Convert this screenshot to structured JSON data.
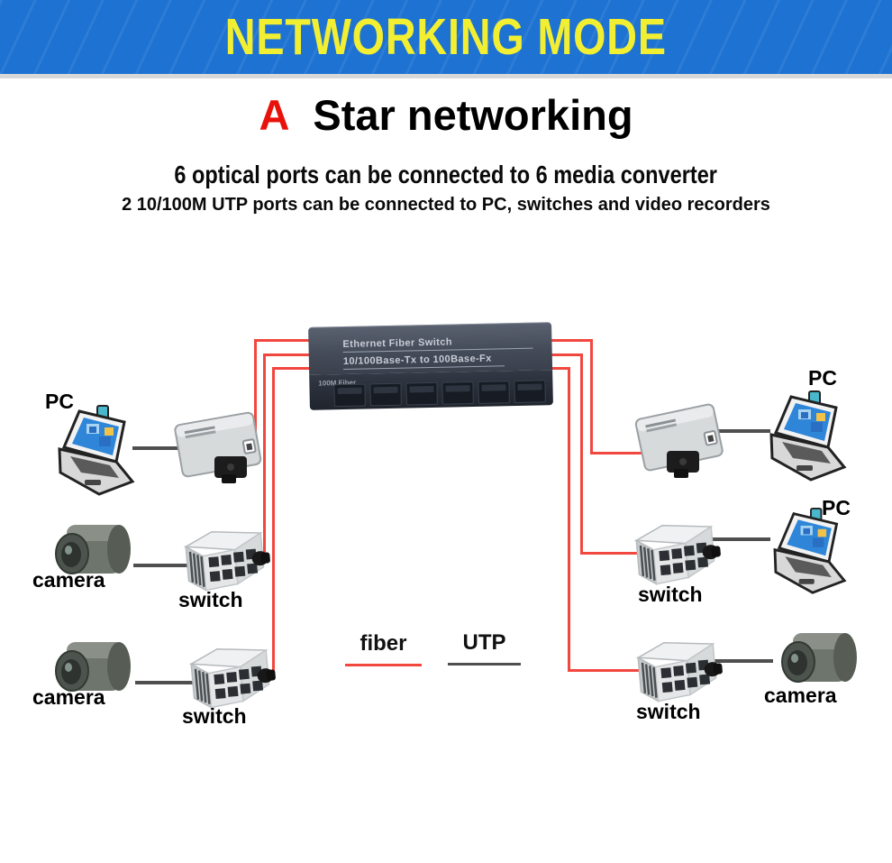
{
  "banner": {
    "title": "NETWORKING MODE",
    "bg_color": "#1d72d2",
    "text_color": "#f2ef33"
  },
  "heading": {
    "prefix": "A",
    "prefix_color": "#e8120b",
    "title": "Star networking"
  },
  "subtitle1": "6 optical ports can be connected to 6 media converter",
  "subtitle2": "2 10/100M UTP ports can be connected to PC, switches and video recorders",
  "central_switch": {
    "line1": "Ethernet Fiber Switch",
    "line2": "10/100Base-Tx to 100Base-Fx",
    "front_label": "100M Fiber",
    "fiber_port_count": 6
  },
  "legend": {
    "fiber_label": "fiber",
    "fiber_color": "#f2473f",
    "utp_label": "UTP",
    "utp_color": "#4f4f4f"
  },
  "device_labels": {
    "pc_top_left": "PC",
    "camera_mid_left": "camera",
    "switch_mid_left": "switch",
    "camera_bottom_left": "camera",
    "switch_bottom_left": "switch",
    "pc_top_right": "PC",
    "pc_mid_right": "PC",
    "switch_mid_right": "switch",
    "switch_bottom_right": "switch",
    "camera_bottom_right": "camera"
  }
}
